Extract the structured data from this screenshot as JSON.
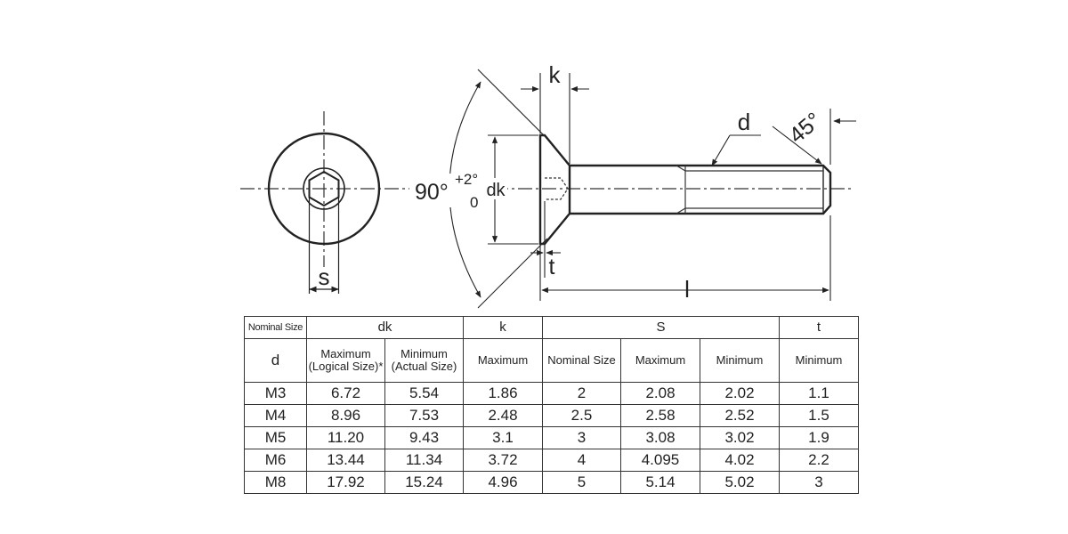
{
  "diagram": {
    "labels": {
      "k": "k",
      "d": "d",
      "angle45": "45°",
      "angle90_main": "90°",
      "angle90_tol_upper": "+2°",
      "angle90_tol_lower": "0",
      "dk": "dk",
      "t": "t",
      "l": "l",
      "s": "s"
    }
  },
  "table": {
    "header_row1": {
      "nominal_size": "Nominal Size",
      "dk": "dk",
      "k": "k",
      "s": "S",
      "t": "t"
    },
    "header_row2": {
      "d": "d",
      "dk_max": "Maximum\n(Logical Size)*",
      "dk_min": "Minimum\n(Actual Size)",
      "k_max": "Maximum",
      "s_nominal": "Nominal Size",
      "s_max": "Maximum",
      "s_min": "Minimum",
      "t_min": "Minimum"
    },
    "rows": [
      [
        "M3",
        "6.72",
        "5.54",
        "1.86",
        "2",
        "2.08",
        "2.02",
        "1.1"
      ],
      [
        "M4",
        "8.96",
        "7.53",
        "2.48",
        "2.5",
        "2.58",
        "2.52",
        "1.5"
      ],
      [
        "M5",
        "11.20",
        "9.43",
        "3.1",
        "3",
        "3.08",
        "3.02",
        "1.9"
      ],
      [
        "M6",
        "13.44",
        "11.34",
        "3.72",
        "4",
        "4.095",
        "4.02",
        "2.2"
      ],
      [
        "M8",
        "17.92",
        "15.24",
        "4.96",
        "5",
        "5.14",
        "5.02",
        "3"
      ]
    ]
  }
}
